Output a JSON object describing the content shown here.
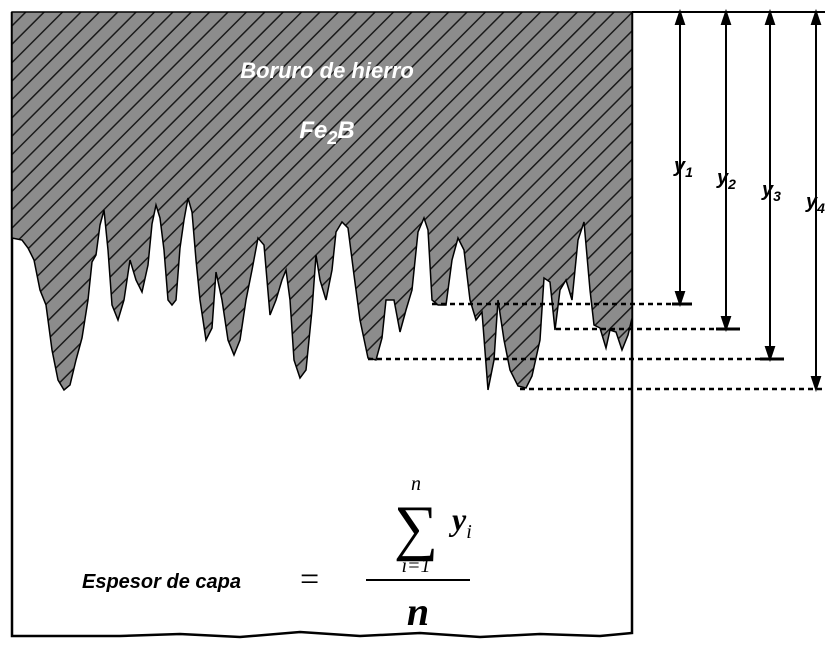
{
  "layer": {
    "name_line1": "Boruro de hierro",
    "formula_main": "Fe",
    "formula_sub": "2",
    "formula_tail": "B"
  },
  "measurements": [
    {
      "var": "y",
      "sub": "1"
    },
    {
      "var": "y",
      "sub": "2"
    },
    {
      "var": "y",
      "sub": "3"
    },
    {
      "var": "y",
      "sub": "4"
    }
  ],
  "formula": {
    "label": "Espesor de capa",
    "equals": "=",
    "sum_upper": "n",
    "sum_symbol": "∑",
    "sum_lower": "i=1",
    "term_var": "y",
    "term_sub": "i",
    "denominator": "n"
  },
  "colors": {
    "layer_fill": "#8c8c8c",
    "hatch": "#1a1a1a",
    "outline": "#000000",
    "background": "#ffffff"
  }
}
